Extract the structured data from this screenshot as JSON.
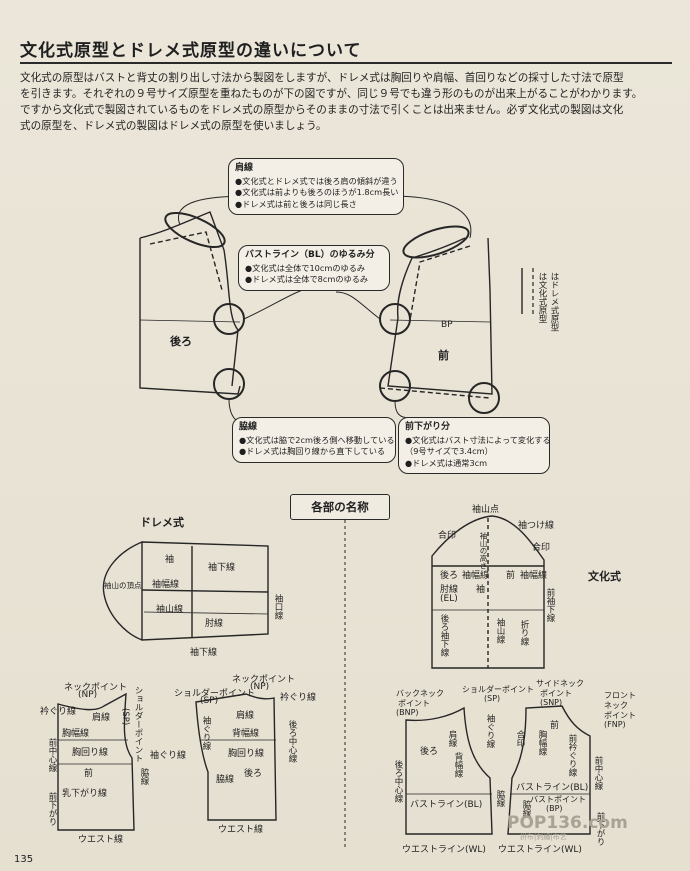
{
  "title": "文化式原型とドレメ式原型の違いについて",
  "intro": [
    "文化式の原型はバストと背丈の割り出し寸法から製図をしますが、ドレメ式は胸回りや肩幅、首回りなどの採寸した寸法で原型",
    "を引きます。それぞれの９号サイズ原型を重ねたものが下の図ですが、同じ９号でも違う形のものが出来上がることがわかります。",
    "ですから文化式で製図されているものをドレメ式の原型からそのままの寸法で引くことは出来ません。必ず文化式の製図は文化",
    "式の原型を、ドレメ式の製図はドレメ式の原型を使いましょう。"
  ],
  "callouts": {
    "shoulder": {
      "heading": "肩線",
      "items": [
        "●文化式とドレメ式では後ろ肩の傾斜が違う",
        "●文化式は前よりも後ろのほうが1.8cm長い",
        "●ドレメ式は前と後ろは同じ長さ"
      ]
    },
    "bust": {
      "heading": "バストライン（BL）のゆるみ分",
      "items": [
        "●文化式は全体で10cmのゆるみ",
        "●ドレメ式は全体で8cmのゆるみ"
      ]
    },
    "side": {
      "heading": "脇線",
      "items": [
        "●文化式は脇で2cm後ろ側へ移動している",
        "●ドレメ式は胸回り線から直下している"
      ]
    },
    "front_drop": {
      "heading": "前下がり分",
      "items": [
        "●文化式はバスト寸法によって変化する",
        "（9号サイズで3.4cm）",
        "●ドレメ式は通常3cm"
      ]
    }
  },
  "legend": {
    "solid": "は文化式原型",
    "dashed": "はドレメ式原型"
  },
  "overlay_labels": {
    "back": "後ろ",
    "front": "前",
    "bp": "BP"
  },
  "section_heading": "各部の名称",
  "dreme": {
    "label": "ドレメ式",
    "sleeve": [
      "袖",
      "袖下線",
      "袖幅線",
      "袖山線",
      "肘線",
      "袖下線",
      "袖山の頂点",
      "袖口線"
    ],
    "front": [
      "ネックポイント",
      "(NP)",
      "ショルダーポイント",
      "(SP)",
      "衿ぐり線",
      "肩線",
      "胸幅線",
      "胸回り線",
      "前中心線",
      "前",
      "乳下がり線",
      "前下がり",
      "袖ぐり線",
      "脇線",
      "ウエスト線"
    ],
    "back": [
      "ネックポイント",
      "(NP)",
      "ショルダーポイント",
      "(SP)",
      "衿ぐり線",
      "肩線",
      "背幅線",
      "胸回り線",
      "後ろ中心線",
      "後ろ",
      "袖ぐり線",
      "脇線",
      "ウエスト線"
    ]
  },
  "bunka": {
    "label": "文化式",
    "sleeve": [
      "袖山点",
      "袖つけ線",
      "合印",
      "合印",
      "袖山の高さ",
      "後ろ",
      "袖幅線",
      "前",
      "袖幅線",
      "肘線",
      "(EL)",
      "袖",
      "前袖下線",
      "後ろ袖下線",
      "袖山線",
      "折り線"
    ],
    "body": [
      "バックネック",
      "ポイント",
      "(BNP)",
      "ショルダーポイント",
      "(SP)",
      "サイドネック",
      "ポイント",
      "(SNP)",
      "フロント",
      "ネック",
      "ポイント",
      "(FNP)",
      "後ろ",
      "肩線",
      "背幅線",
      "袖ぐり線",
      "合印",
      "前",
      "胸幅線",
      "前衿ぐり線",
      "後ろ中心線",
      "バストライン(BL)",
      "バストライン(BL)",
      "バストポイント",
      "(BP)",
      "前中心線",
      "脇線",
      "脇線",
      "ウエストライン(WL)",
      "ウエストライン(WL)",
      "前下がり"
    ]
  },
  "page_number": "135",
  "watermark": {
    "main": "POP136.com",
    "sub": "拼布|刺繡|布艺"
  }
}
